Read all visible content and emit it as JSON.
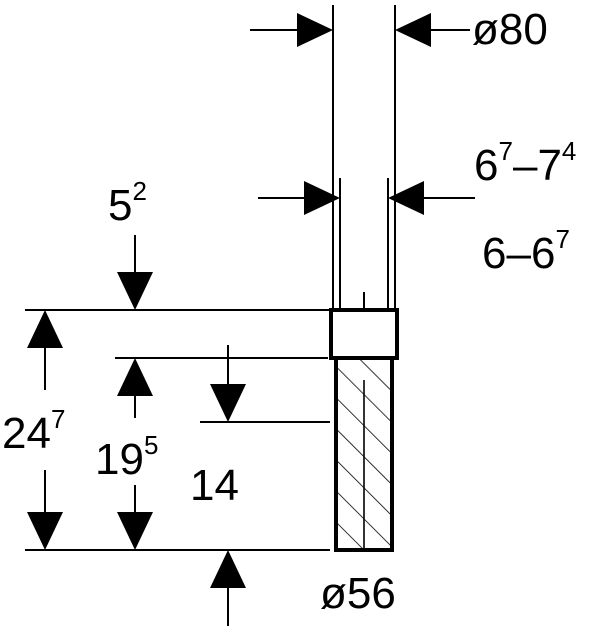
{
  "dimensions": {
    "outer_diameter": "ø80",
    "wall_range_top": {
      "base_a": "6",
      "sup_a": "7",
      "dash": "–",
      "base_b": "7",
      "sup_b": "4"
    },
    "wall_range_bottom": {
      "base_a": "6",
      "dash": "–",
      "base_b": "6",
      "sup_b": "7"
    },
    "top_offset": {
      "base": "5",
      "sup": "2"
    },
    "total_height": {
      "base": "24",
      "sup": "7"
    },
    "mid_height": {
      "base": "19",
      "sup": "5"
    },
    "insert_depth": "14",
    "inner_diameter": "ø56"
  }
}
